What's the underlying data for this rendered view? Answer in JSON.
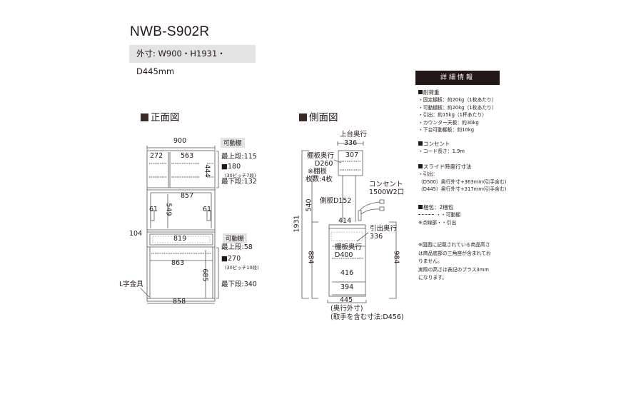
{
  "product": {
    "model": "NWB-S902R",
    "dimensions_label": "外寸: W900・H1931・D445mm"
  },
  "front_view": {
    "heading": "正面図",
    "width_total": "900",
    "upper_left_width": "272",
    "upper_right_width": "563",
    "upper_height": "444",
    "middle_width": "857",
    "middle_height": "549",
    "hinge_left": "61",
    "hinge_right": "61",
    "drawer_offset": "104",
    "drawer_width": "819",
    "lower_width": "863",
    "lower_height": "685",
    "base_width": "858",
    "bracket_label": "L字金具",
    "upper_tag": "可動棚",
    "upper_top": "最上段:115",
    "upper_pitch": "■180",
    "upper_pitch_note": "(30ピッチ7段)",
    "upper_bottom": "最下段:132",
    "lower_tag": "可動棚",
    "lower_top": "最上段:58",
    "lower_pitch": "■270",
    "lower_pitch_note": "(30ピッチ10段)",
    "lower_bottom": "最下段:340"
  },
  "side_view": {
    "heading": "側面図",
    "top_depth_label": "上台奥行",
    "top_depth": "336",
    "top_inner": "307",
    "shelf_depth_label": "棚板奥行",
    "shelf_depth": "D260",
    "shelf_note": "※棚板",
    "shelf_count": "枚数:4枚",
    "outlet_label": "コンセント",
    "outlet_spec": "1500W2口",
    "side_panel": "側板D152",
    "height_total": "1931",
    "height_upper": "540",
    "counter_depth": "414",
    "drawer_depth_label": "引出奥行",
    "drawer_depth": "336",
    "lower_shelf_label": "棚板奥行",
    "lower_shelf_depth": "D400",
    "height_lower": "884",
    "height_counter": "984",
    "inner_416": "416",
    "inner_394": "394",
    "depth_total": "445",
    "depth_total_note": "(奥行外寸)",
    "handle_note": "(取手を含む寸法:D456)"
  },
  "details": {
    "title": "詳細情報",
    "load_heading": "耐荷重",
    "load_items": [
      "・固定棚板：約20kg（1枚あたり）",
      "・可動棚板：約20kg（1枚あたり）",
      "・引出：約15kg（1杯あたり）",
      "・カウンター天板：約30kg",
      "・下台可動棚板：約10kg"
    ],
    "outlet_heading": "コンセント",
    "outlet_items": [
      "・コード長さ：1.9m"
    ],
    "slide_heading": "スライド時奥行寸法",
    "slide_items": [
      "・引出：",
      "（D500）奥行外寸+363mm(引手含む)",
      "（D445）奥行外寸+317mm(引手含む)"
    ],
    "package_heading": "梱包：2梱包",
    "legend_movable": "・・可動棚",
    "legend_dotted": "※点線部・・引出",
    "note_lines": [
      "※図面に記載されている商品高さ",
      "は商品底部の三角座が含まれてお",
      "りません。",
      "実際の高さは表記のプラス3mm",
      "になります。"
    ]
  }
}
